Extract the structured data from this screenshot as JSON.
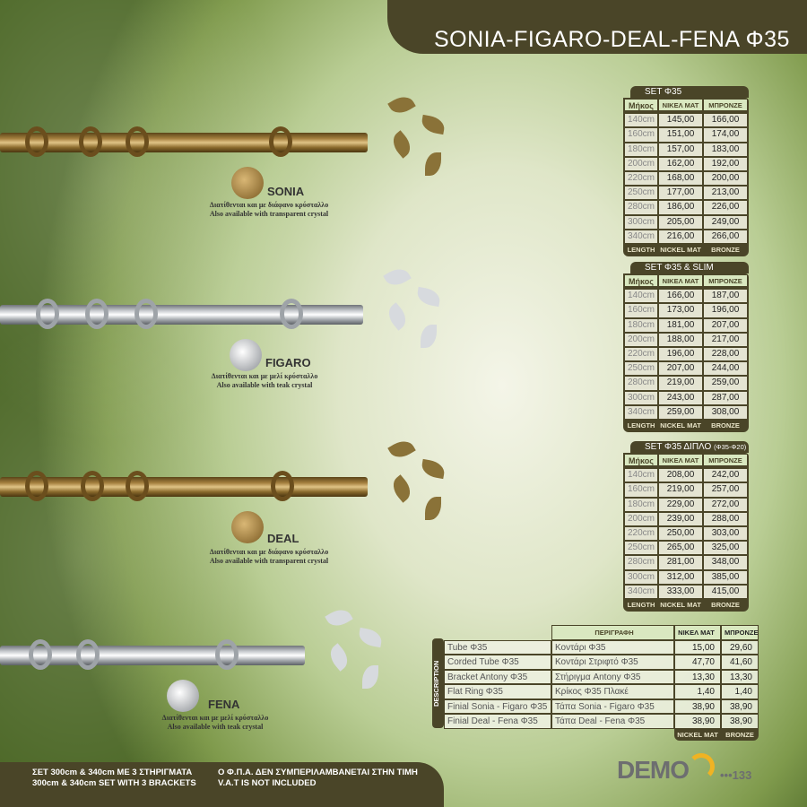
{
  "title": "SONIA-FIGARO-DEAL-FENA Φ35",
  "products": [
    {
      "name": "SONIA",
      "greek": "Διατίθενται και με διάφανο κρύσταλλο",
      "english": "Also available with transparent crystal"
    },
    {
      "name": "FIGARO",
      "greek": "Διατίθενται και με μελί κρύσταλλο",
      "english": "Also available with teak crystal"
    },
    {
      "name": "DEAL",
      "greek": "Διατίθενται και με διάφανο κρύσταλλο",
      "english": "Also available with transparent crystal"
    },
    {
      "name": "FENA",
      "greek": "Διατίθενται και με μελί κρύσταλλο",
      "english": "Also available with teak crystal"
    }
  ],
  "table_headers": {
    "length_gr": "Μήκος",
    "nickel_gr": "ΝΙΚΕΛ ΜΑΤ",
    "bronze_gr": "ΜΠΡΟΝΖΕ",
    "length_en": "LENGTH",
    "nickel_en": "NICKEL MAT",
    "bronze_en": "BRONZE"
  },
  "price_tables": [
    {
      "title": "SET Φ35",
      "rows": [
        [
          "140cm",
          "145,00",
          "166,00"
        ],
        [
          "160cm",
          "151,00",
          "174,00"
        ],
        [
          "180cm",
          "157,00",
          "183,00"
        ],
        [
          "200cm",
          "162,00",
          "192,00"
        ],
        [
          "220cm",
          "168,00",
          "200,00"
        ],
        [
          "250cm",
          "177,00",
          "213,00"
        ],
        [
          "280cm",
          "186,00",
          "226,00"
        ],
        [
          "300cm",
          "205,00",
          "249,00"
        ],
        [
          "340cm",
          "216,00",
          "266,00"
        ]
      ]
    },
    {
      "title": "SET Φ35 & SLIM",
      "rows": [
        [
          "140cm",
          "166,00",
          "187,00"
        ],
        [
          "160cm",
          "173,00",
          "196,00"
        ],
        [
          "180cm",
          "181,00",
          "207,00"
        ],
        [
          "200cm",
          "188,00",
          "217,00"
        ],
        [
          "220cm",
          "196,00",
          "228,00"
        ],
        [
          "250cm",
          "207,00",
          "244,00"
        ],
        [
          "280cm",
          "219,00",
          "259,00"
        ],
        [
          "300cm",
          "243,00",
          "287,00"
        ],
        [
          "340cm",
          "259,00",
          "308,00"
        ]
      ]
    },
    {
      "title": "SET Φ35 ΔΙΠΛΟ",
      "title_small": "(Φ35-Φ20)",
      "rows": [
        [
          "140cm",
          "208,00",
          "242,00"
        ],
        [
          "160cm",
          "219,00",
          "257,00"
        ],
        [
          "180cm",
          "229,00",
          "272,00"
        ],
        [
          "200cm",
          "239,00",
          "288,00"
        ],
        [
          "220cm",
          "250,00",
          "303,00"
        ],
        [
          "250cm",
          "265,00",
          "325,00"
        ],
        [
          "280cm",
          "281,00",
          "348,00"
        ],
        [
          "300cm",
          "312,00",
          "385,00"
        ],
        [
          "340cm",
          "333,00",
          "415,00"
        ]
      ]
    }
  ],
  "description_table": {
    "side_label": "DESCRIPTION",
    "header_desc": "ΠΕΡΙΓΡΑΦΗ",
    "header_nickel": "ΝΙΚΕΛ ΜΑΤ",
    "header_bronze": "ΜΠΡΟΝΖΕ",
    "footer_nickel": "NICKEL MAT",
    "footer_bronze": "BRONZE",
    "rows": [
      [
        "Tube Φ35",
        "Κοντάρι Φ35",
        "15,00",
        "29,60"
      ],
      [
        "Corded Tube Φ35",
        "Κοντάρι Στριφτό Φ35",
        "47,70",
        "41,60"
      ],
      [
        "Bracket Antony Φ35",
        "Στήριγμα Antony Φ35",
        "13,30",
        "13,30"
      ],
      [
        "Flat Ring Φ35",
        "Κρίκος Φ35 Πλακέ",
        "1,40",
        "1,40"
      ],
      [
        "Finial Sonia - Figaro Φ35",
        "Τάπα Sonia - Figaro Φ35",
        "38,90",
        "38,90"
      ],
      [
        "Finial Deal - Fena Φ35",
        "Τάπα Deal - Fena Φ35",
        "38,90",
        "38,90"
      ]
    ]
  },
  "footer": {
    "line1_gr": "ΣΕΤ 300cm & 340cm ΜΕ 3 ΣΤΗΡΙΓΜΑΤΑ",
    "line1_en": "300cm & 340cm SET WITH 3 BRACKETS",
    "line2_gr": "Ο Φ.Π.Α.  ΔΕΝ ΣΥΜΠΕΡΙΛΑΜΒΑΝΕΤΑΙ ΣΤΗΝ ΤΙΜΗ",
    "line2_en": "V.A.T IS NOT INCLUDED"
  },
  "logo": "DEMO",
  "page_number": "133"
}
